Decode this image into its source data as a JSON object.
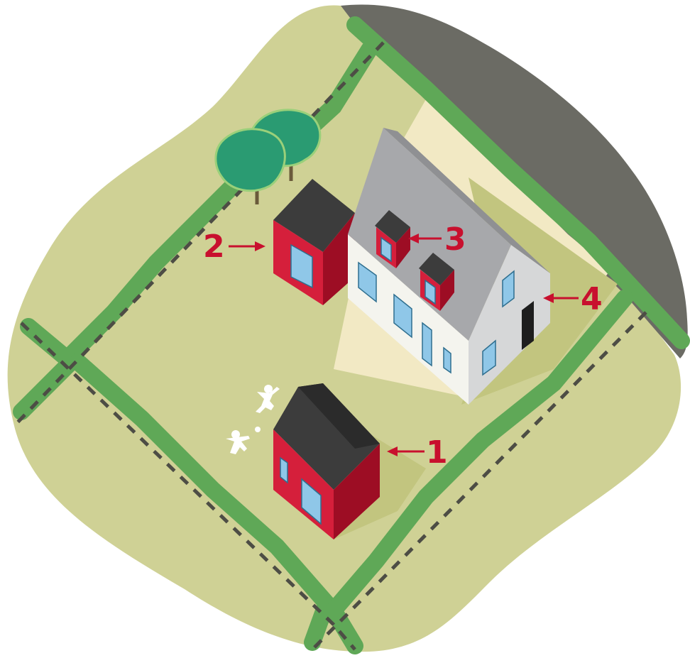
{
  "colors": {
    "lawn": "#cfd195",
    "lawn_dark": "#c2c57f",
    "road": "#6b6b64",
    "hedge": "#5fa857",
    "fence": "#4d4d45",
    "paving": "#f2e9c4",
    "roof_main": "#a7a8ab",
    "roof_dark": "#3c3c3c",
    "wall_white": "#f4f4ee",
    "wall_grey": "#d6d7d8",
    "red_light": "#d51f3b",
    "red_dark": "#9d0d24",
    "window": "#8fc7e8",
    "tree": "#2a9b72",
    "accent": "#c8102e"
  },
  "callouts": [
    {
      "number": "1",
      "target": "detached-annex"
    },
    {
      "number": "2",
      "target": "side-extension"
    },
    {
      "number": "3",
      "target": "roof-dormers"
    },
    {
      "number": "4",
      "target": "rear-extension"
    }
  ],
  "icons": [
    "person-jumping-icon",
    "person-throwing-icon",
    "ball-icon",
    "tree-icon",
    "arrow-left-icon"
  ]
}
